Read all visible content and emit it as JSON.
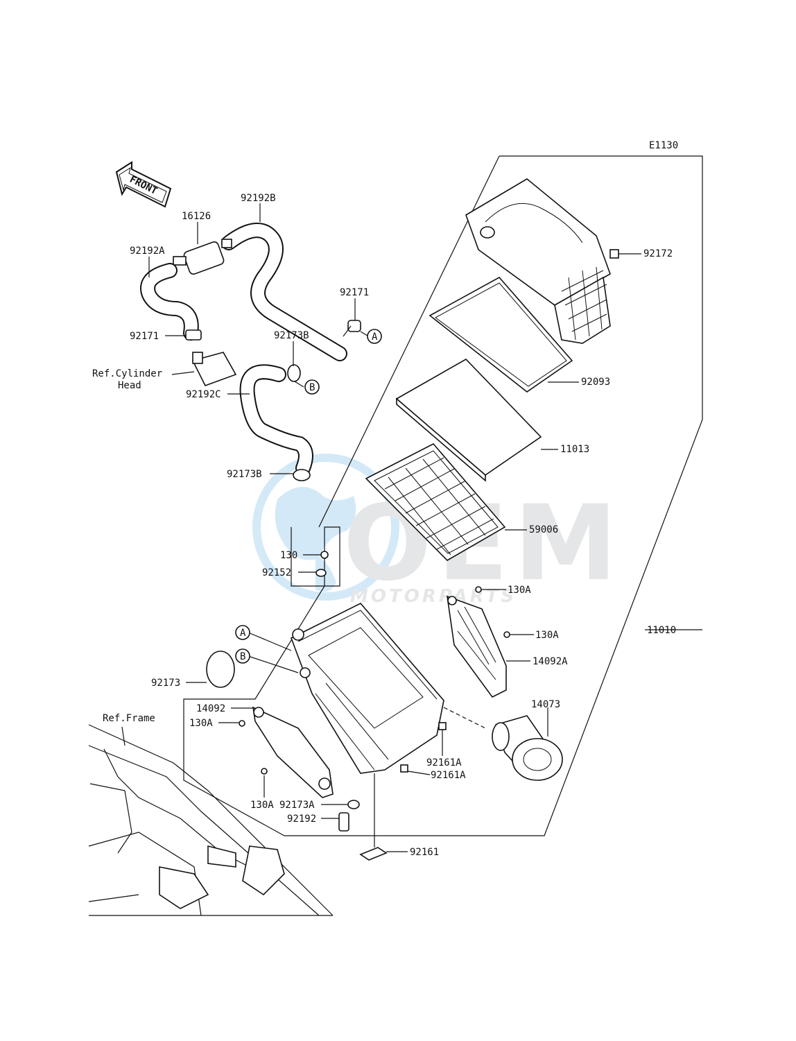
{
  "diagram_code": "E1130",
  "front_arrow_text": "FRONT",
  "watermark": {
    "brand": "OEM",
    "tagline": "MOTORPARTS"
  },
  "labels": {
    "p16126": "16126",
    "p92192B": "92192B",
    "p92192A": "92192A",
    "p92171_top": "92171",
    "p92171_left": "92171",
    "ref_cylinder_1": "Ref.Cylinder",
    "ref_cylinder_2": "Head",
    "p92173B_top": "92173B",
    "p92192C": "92192C",
    "p92173B_mid": "92173B",
    "p92172": "92172",
    "p92093": "92093",
    "p11013": "11013",
    "p59006": "59006",
    "p130": "130",
    "p92152": "92152",
    "p130A_1": "130A",
    "p130A_2": "130A",
    "p11010": "11010",
    "p14092A": "14092A",
    "p92173": "92173",
    "p14073": "14073",
    "p14092": "14092",
    "p130A_3": "130A",
    "ref_frame": "Ref.Frame",
    "p92161A_1": "92161A",
    "p92161A_2": "92161A",
    "p130A_4": "130A",
    "p92173A": "92173A",
    "p92192": "92192",
    "p92161": "92161",
    "circle_A1": "A",
    "circle_B1": "B",
    "circle_A2": "A",
    "circle_B2": "B"
  }
}
